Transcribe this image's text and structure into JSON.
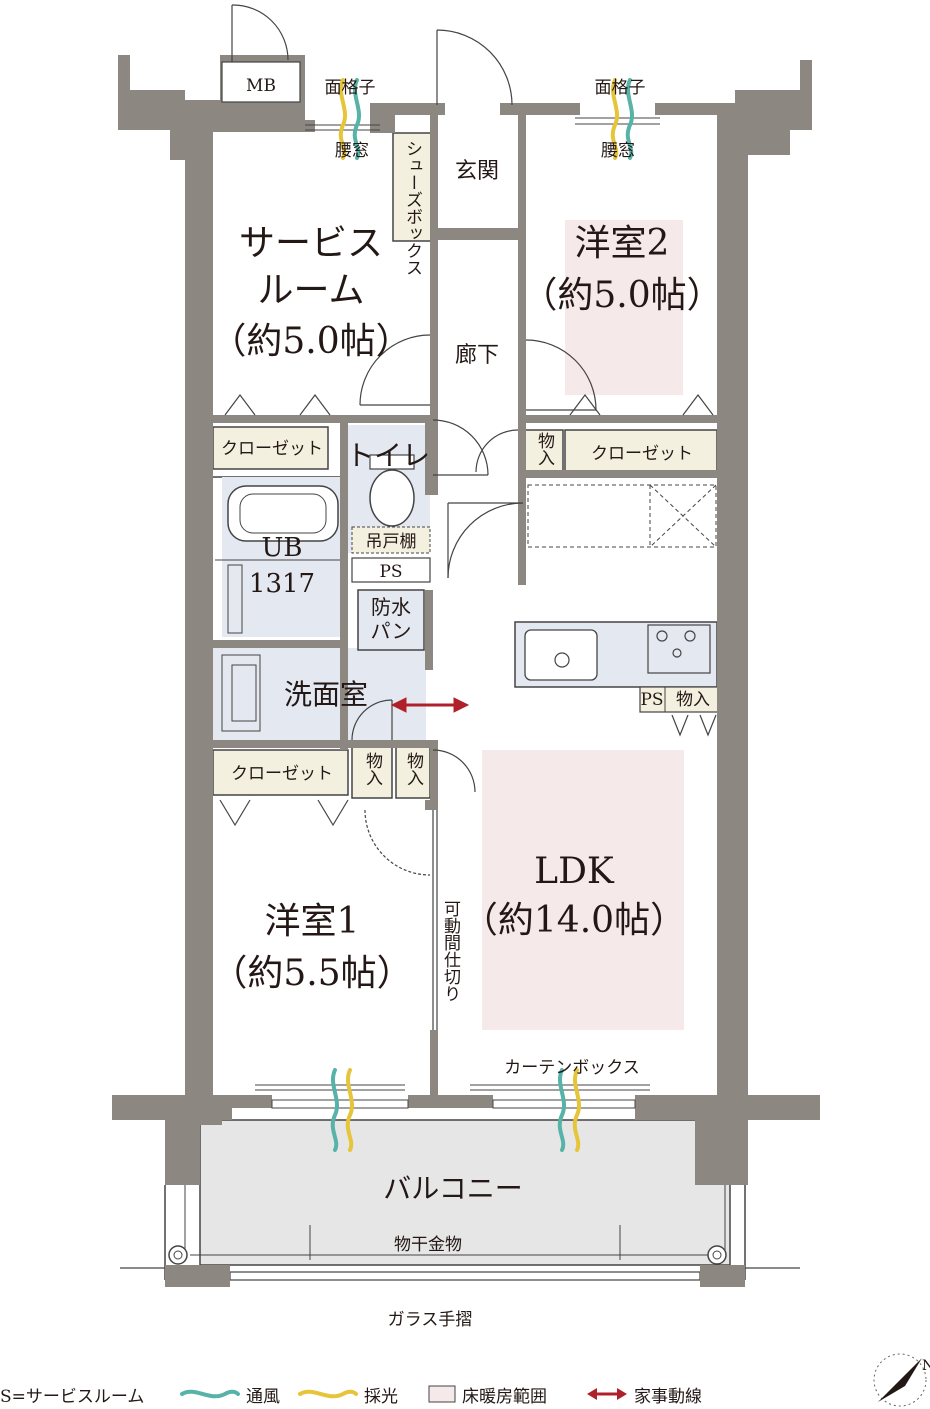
{
  "top": {
    "mb": "MB",
    "grille_left": "面格子",
    "grille_right": "面格子",
    "koshimado_left": "腰窓",
    "koshimado_right": "腰窓",
    "shoes_box": "シューズボックス"
  },
  "rooms": {
    "entrance": "玄関",
    "hallway": "廊下",
    "service_room_line1": "サービス",
    "service_room_line2": "ルーム",
    "service_room_size": "（約5.0帖）",
    "western2_name": "洋室2",
    "western2_size": "（約5.0帖）",
    "western1_name": "洋室1",
    "western1_size": "（約5.5帖）",
    "ldk_name": "LDK",
    "ldk_size": "（約14.0帖）",
    "toilet": "トイレ",
    "ub_line1": "UB",
    "ub_line2": "1317",
    "washroom": "洗面室",
    "balcony": "バルコニー"
  },
  "fixtures": {
    "closet_service": "クローゼット",
    "closet_western2": "クローゼット",
    "closet_western1": "クローゼット",
    "storage_hall": "物入",
    "storage_wash1": "物入",
    "storage_wash2": "物入",
    "storage_kitchen": "物入",
    "hanging_shelf": "吊戸棚",
    "ps_toilet": "PS",
    "ps_kitchen": "PS",
    "waterproof_pan": "防水パン",
    "movable_partition": "可動間仕切り",
    "curtain_box": "カーテンボックス",
    "laundry_hanger": "物干金物",
    "glass_railing": "ガラス手摺"
  },
  "legend": {
    "service_room": "S=サービスルーム",
    "ventilation": "通風",
    "daylight": "採光",
    "floor_heating": "床暖房範囲",
    "housework_line": "家事動線"
  },
  "colors": {
    "wall": "#8c8780",
    "ventilation": "#57b3a8",
    "daylight": "#e6c53a",
    "floor_heating": "#f6e9ea",
    "housework_arrow": "#b0202a",
    "wet_area": "#e3e8f1",
    "closet": "#f4f0e0",
    "balcony": "#e6e6e6"
  },
  "compass": {
    "north": "N"
  }
}
